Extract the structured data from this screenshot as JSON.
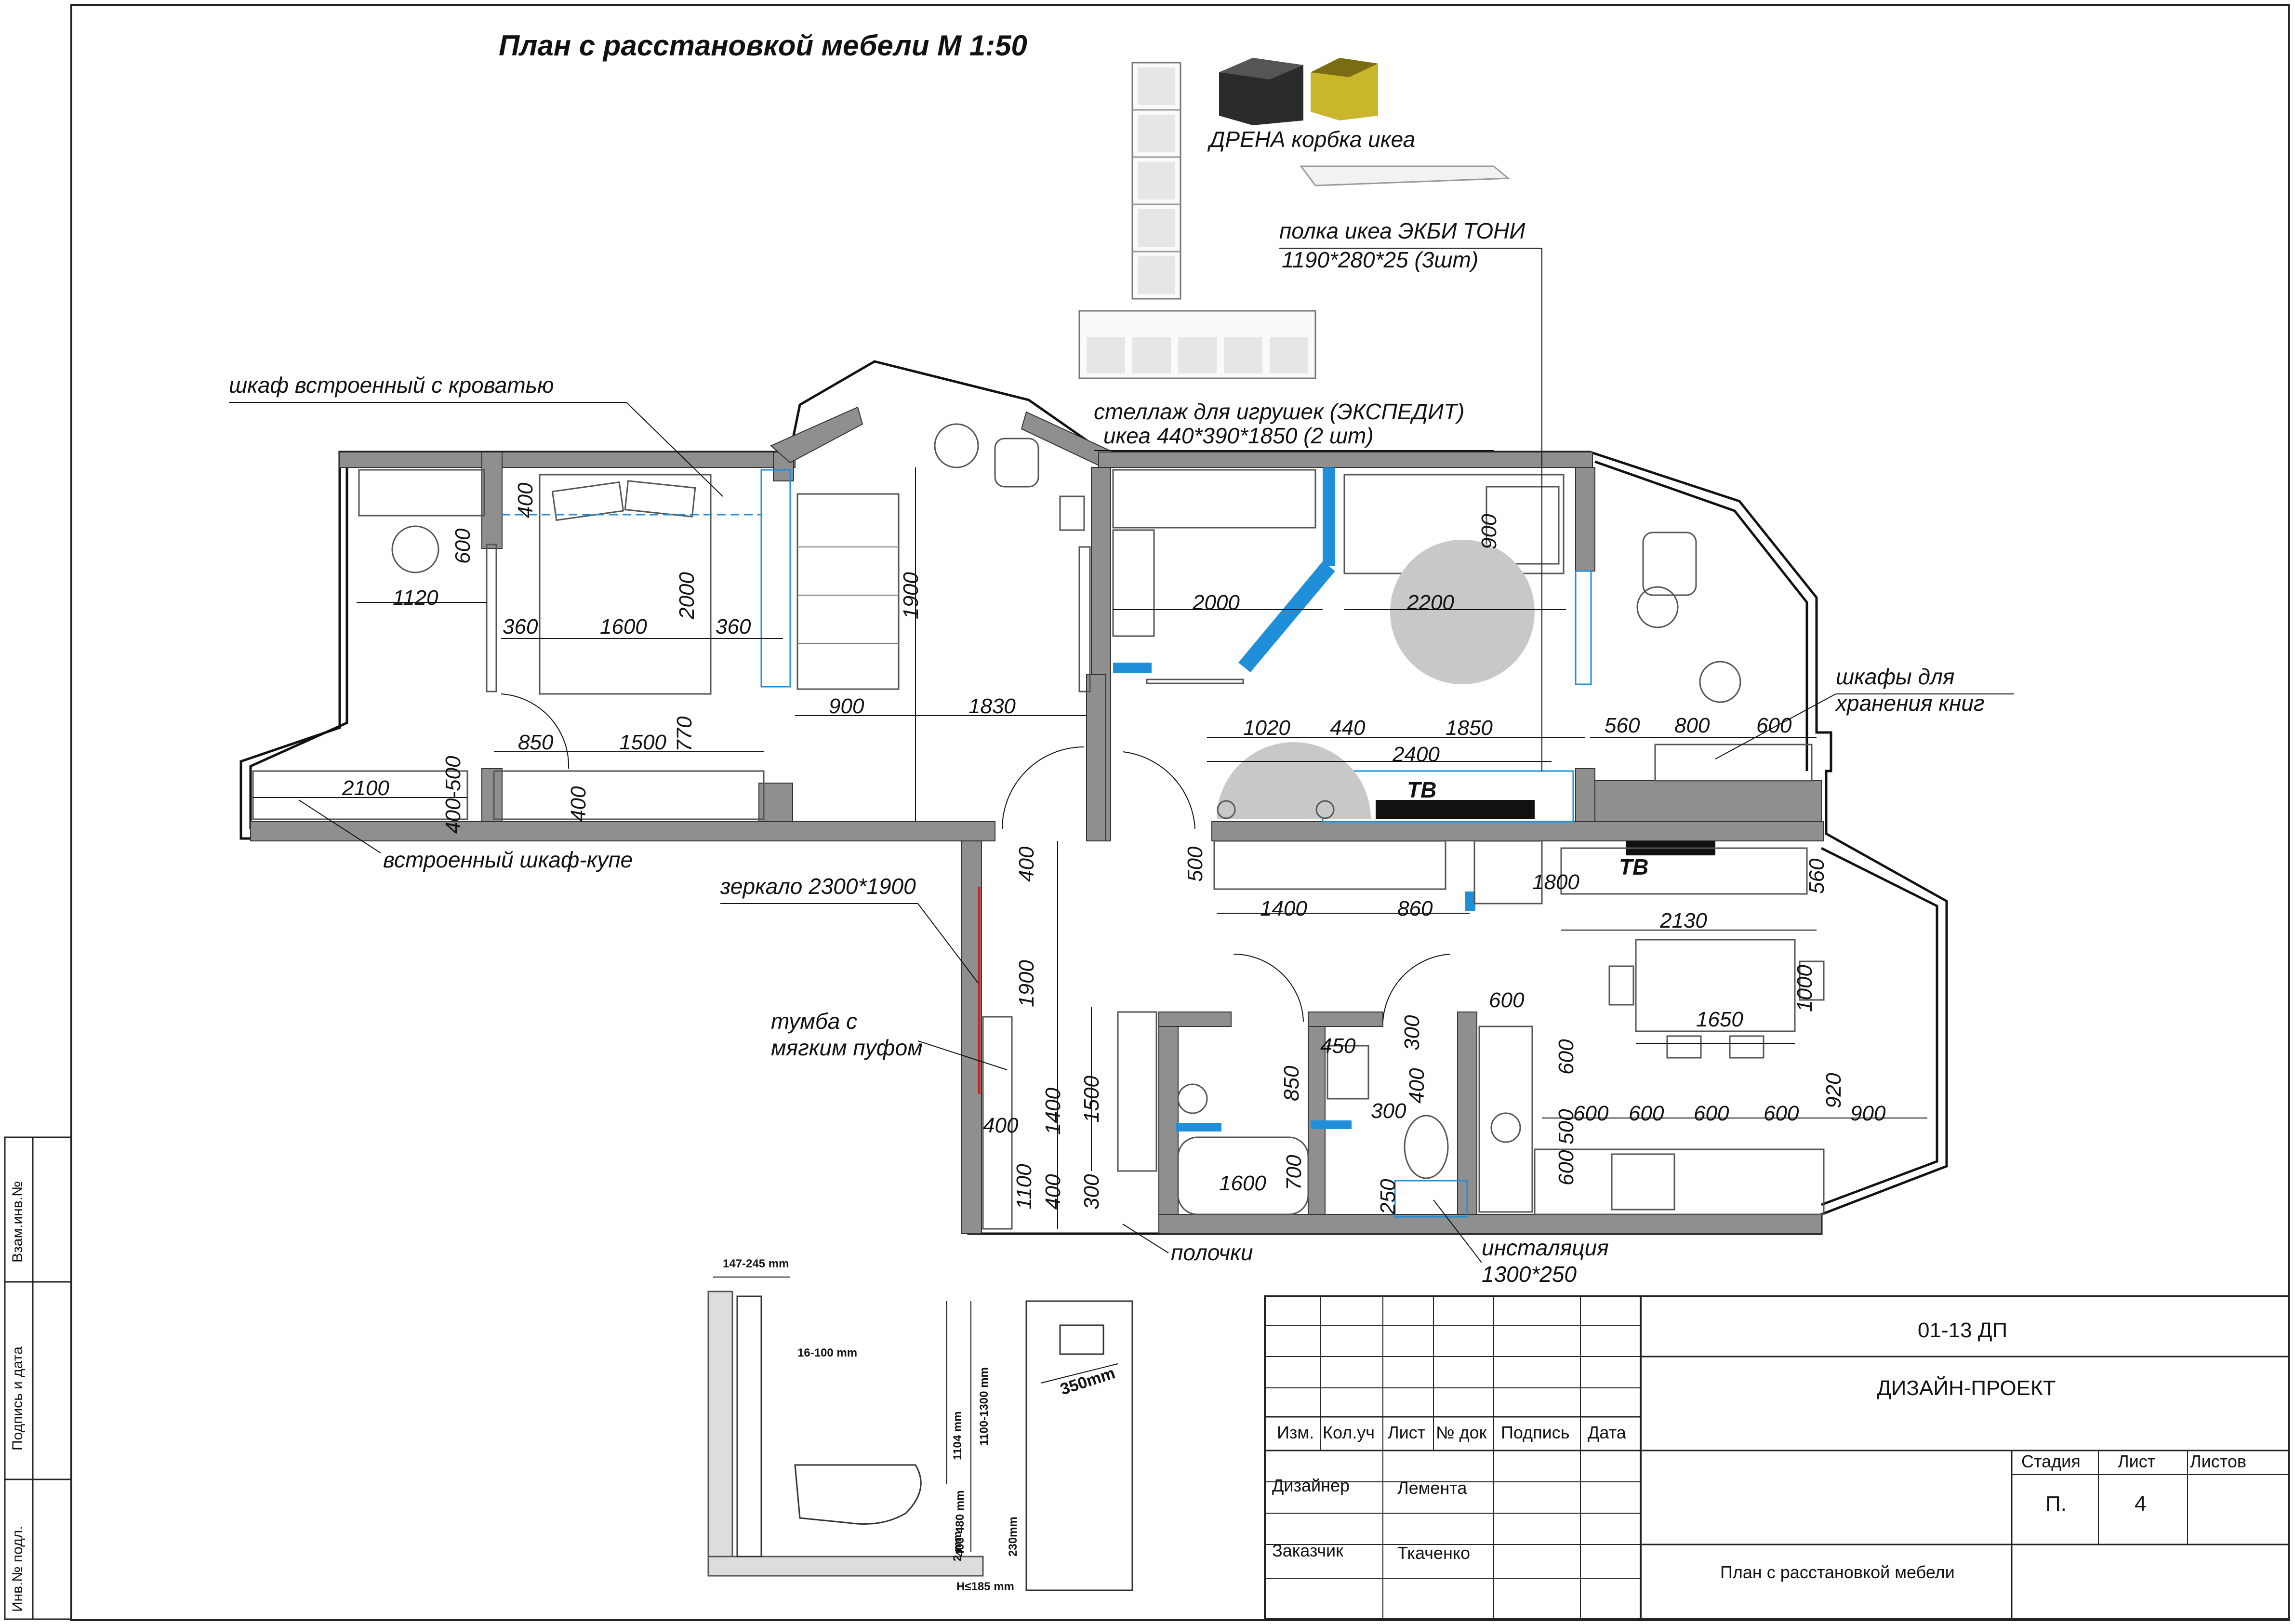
{
  "title": "План с расстановкой мебели М 1:50",
  "ikea": {
    "box_label": "ДРЕНА корбка икеа",
    "shelf_label_1": "полка икеа ЭКБИ ТОНИ",
    "shelf_label_2": "1190*280*25 (3шт)",
    "rack_label_1": "стеллаж для игрушек (ЭКСПЕДИТ)",
    "rack_label_2": "икеа 440*390*1850 (2 шт)",
    "colors": {
      "box_black": "#2b2b2b",
      "box_yellow": "#c9b62a"
    }
  },
  "labels": {
    "wardrobe_bed": "шкаф встроенный с кроватью",
    "coupe": "встроенный шкаф-купе",
    "mirror": "зеркало 2300*1900",
    "stand_1": "тумба с",
    "stand_2": "мягким пуфом",
    "shelves": "полочки",
    "install_1": "инсталяция",
    "install_2": "1300*250",
    "books_1": "шкафы для",
    "books_2": "хранения книг",
    "tv1": "ТВ",
    "tv2": "ТВ"
  },
  "dims": {
    "d400a": "400",
    "d600a": "600",
    "d1120": "1120",
    "d360a": "360",
    "d1600": "1600",
    "d2000a": "2000",
    "d360b": "360",
    "d1900a": "1900",
    "d900a": "900",
    "d1830": "1830",
    "d850a": "850",
    "d1500a": "1500",
    "d770": "770",
    "d2100": "2100",
    "d400500": "400-500",
    "d400b": "400",
    "d2000b": "2000",
    "d900b": "900",
    "d2200": "2200",
    "d1020": "1020",
    "d440": "440",
    "d1850": "1850",
    "d2400": "2400",
    "d560a": "560",
    "d800": "800",
    "d600b": "600",
    "d500a": "500",
    "d1400a": "1400",
    "d860": "860",
    "d1800": "1800",
    "d560b": "560",
    "d2130": "2130",
    "d400c": "400",
    "d1900b": "1900",
    "d1650": "1650",
    "d1000": "1000",
    "d600c": "600",
    "d600d": "600",
    "d600e": "600",
    "d600f": "600",
    "d600g": "600",
    "d600h": "600",
    "d600i": "600",
    "d920": "920",
    "d900c": "900",
    "d500b": "500",
    "d1500b": "1500",
    "d1400b": "1400",
    "d400d": "400",
    "d1100": "1100",
    "d400e": "400",
    "d300a": "300",
    "d850b": "850",
    "d450": "450",
    "d300b": "300",
    "d400f": "400",
    "d300c": "300",
    "d1600b": "1600",
    "d700": "700",
    "d250": "250"
  },
  "install_detail": {
    "t1": "147-245 mm",
    "t2": "16-100 mm",
    "t3": "1104 mm",
    "t4": "1100-1300 mm",
    "t5": "400-480 mm",
    "t6": "2 mm",
    "t7": "H≤185 mm",
    "t8": "350mm",
    "t9": "230mm"
  },
  "stamp": {
    "code": "01-13  ДП",
    "project": "ДИЗАЙН-ПРОЕКТ",
    "h_izm": "Изм.",
    "h_kol": "Кол.уч",
    "h_list": "Лист",
    "h_ndoc": "№ док",
    "h_sign": "Подпись",
    "h_date": "Дата",
    "designer_role": "Дизайнер",
    "designer_name": "Лемента",
    "client_role": "Заказчик",
    "client_name": "Ткаченко",
    "stage_h": "Стадия",
    "sheet_h": "Лист",
    "sheets_h": "Листов",
    "stage_v": "П.",
    "sheet_v": "4",
    "sheet_title": "План с расстановкой мебели"
  },
  "side": {
    "s1": "Взам.инв.№",
    "s2": "Подпись и дата",
    "s3": "Инв.№ подл."
  }
}
